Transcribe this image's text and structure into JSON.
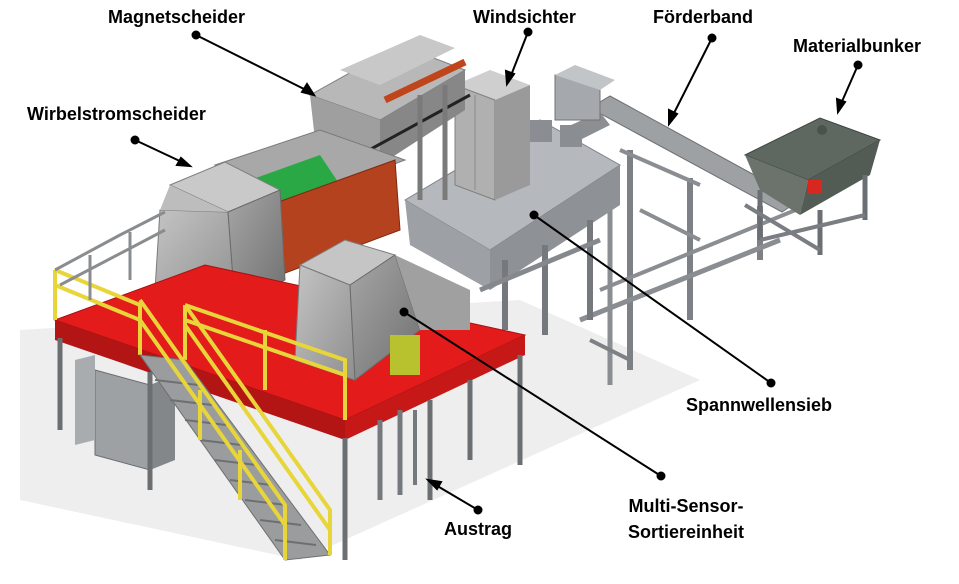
{
  "labels": {
    "magnetscheider": "Magnetscheider",
    "windsichter": "Windsichter",
    "foerderband": "Förderband",
    "materialbunker": "Materialbunker",
    "wirbelstromscheider": "Wirbelstromscheider",
    "spannwellensieb": "Spannwellensieb",
    "austrag": "Austrag",
    "multisensor_line1": "Multi-Sensor-",
    "multisensor_line2": "Sortiereinheit"
  },
  "colors": {
    "platform": "#e31b1b",
    "railing": "#e8d53a",
    "machine": "#a9a9a9",
    "frame": "#8c8f92",
    "conveyor_belt": "#2aa845",
    "magnet_panel": "#b5421e"
  }
}
